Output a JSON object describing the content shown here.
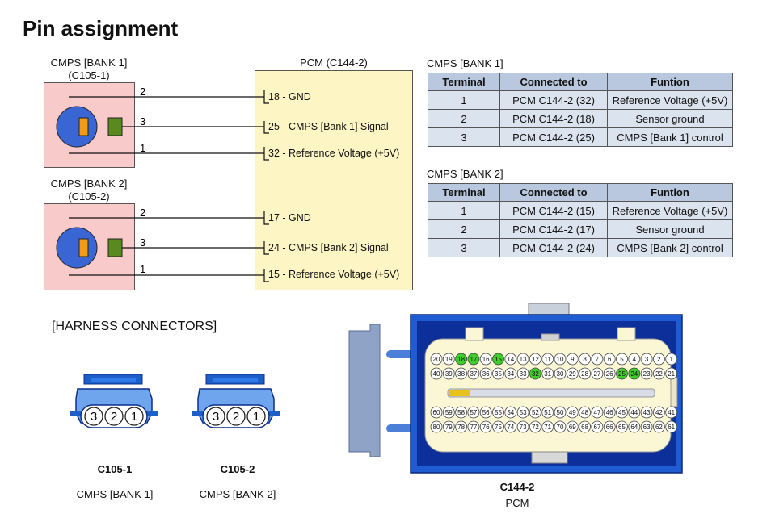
{
  "title": "Pin assignment",
  "sensor1": {
    "name": "CMPS [BANK 1]",
    "connector": "(C105-1)",
    "pins": [
      "2",
      "3",
      "1"
    ]
  },
  "sensor2": {
    "name": "CMPS [BANK 2]",
    "connector": "(C105-2)",
    "pins": [
      "2",
      "3",
      "1"
    ]
  },
  "pcm": {
    "title": "PCM (C144-2)",
    "bank1_pins": [
      "18 - GND",
      "25 -  CMPS [Bank 1] Signal",
      "32 - Reference Voltage (+5V)"
    ],
    "bank2_pins": [
      "17 - GND",
      "24 -  CMPS [Bank 2] Signal",
      "15 - Reference Voltage (+5V)"
    ]
  },
  "table1": {
    "caption": "CMPS [BANK 1]",
    "headers": [
      "Terminal",
      "Connected to",
      "Funtion"
    ],
    "rows": [
      [
        "1",
        "PCM C144-2 (32)",
        "Reference Voltage (+5V)"
      ],
      [
        "2",
        "PCM C144-2 (18)",
        "Sensor ground"
      ],
      [
        "3",
        "PCM C144-2 (25)",
        "CMPS [Bank 1] control"
      ]
    ]
  },
  "table2": {
    "caption": "CMPS [BANK 2]",
    "headers": [
      "Terminal",
      "Connected to",
      "Funtion"
    ],
    "rows": [
      [
        "1",
        "PCM C144-2 (15)",
        "Reference Voltage (+5V)"
      ],
      [
        "2",
        "PCM C144-2 (17)",
        "Sensor ground"
      ],
      [
        "3",
        "PCM C144-2 (24)",
        "CMPS [Bank 2] control"
      ]
    ]
  },
  "harness": {
    "heading": "[HARNESS CONNECTORS]",
    "connectors": [
      {
        "id": "C105-1",
        "desc": "CMPS [BANK 1]",
        "pins": [
          "3",
          "2",
          "1"
        ]
      },
      {
        "id": "C105-2",
        "desc": "CMPS [BANK 2]",
        "pins": [
          "3",
          "2",
          "1"
        ]
      }
    ],
    "pcm_connector": {
      "id": "C144-2",
      "desc": "PCM"
    }
  },
  "pcm_pinout": {
    "row1": [
      "20",
      "19",
      "18",
      "17",
      "16",
      "15",
      "14",
      "13",
      "12",
      "11",
      "10",
      "9",
      "8",
      "7",
      "6",
      "5",
      "4",
      "3",
      "2",
      "1"
    ],
    "row2": [
      "40",
      "39",
      "38",
      "37",
      "36",
      "35",
      "34",
      "33",
      "32",
      "31",
      "30",
      "29",
      "28",
      "27",
      "26",
      "25",
      "24",
      "23",
      "22",
      "21"
    ],
    "row3": [
      "60",
      "59",
      "58",
      "57",
      "56",
      "55",
      "54",
      "53",
      "52",
      "51",
      "50",
      "49",
      "48",
      "47",
      "46",
      "45",
      "44",
      "43",
      "42",
      "41"
    ],
    "row4": [
      "80",
      "79",
      "78",
      "77",
      "76",
      "75",
      "74",
      "73",
      "72",
      "71",
      "70",
      "69",
      "68",
      "67",
      "66",
      "65",
      "64",
      "63",
      "62",
      "61"
    ],
    "highlighted": [
      "18",
      "17",
      "15",
      "32",
      "25",
      "24"
    ],
    "highlight_color": "#3fcf2a"
  },
  "colors": {
    "sensor_body": "#f8caca",
    "pcm_body": "#fdf5c4",
    "table_header": "#b9c8de",
    "connector_blue": "#1d5fc9",
    "connector_dark": "#0c2f8a",
    "orange_pin": "#f39c12",
    "green_pin": "#5a8a1f"
  }
}
